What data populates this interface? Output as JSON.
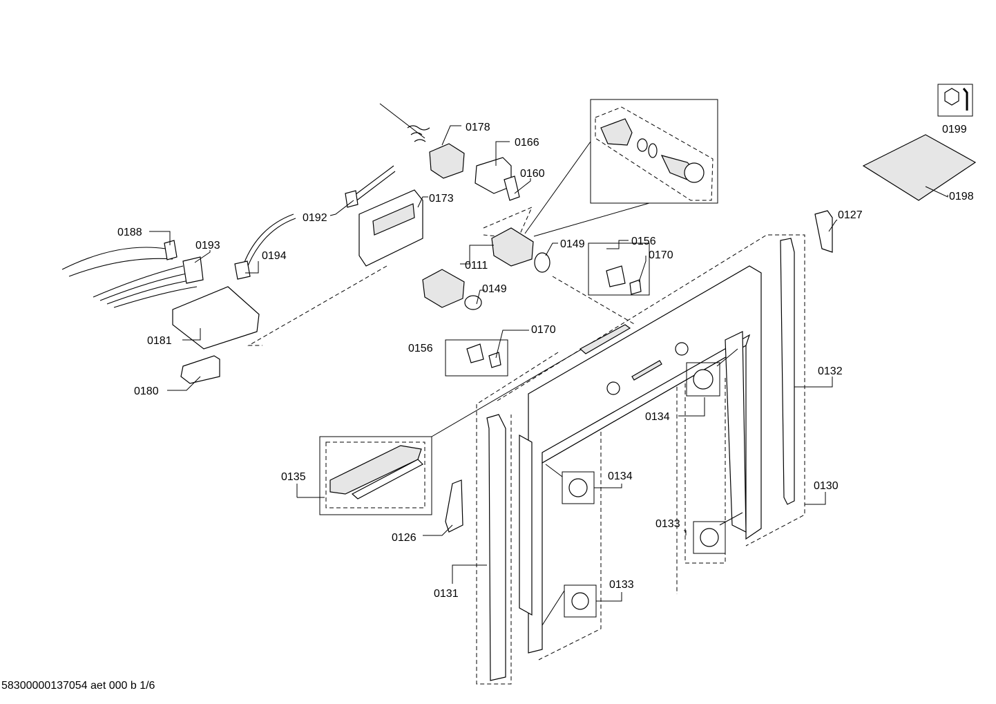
{
  "labels": {
    "l0178": "0178",
    "l0166": "0166",
    "l0160": "0160",
    "l0173": "0173",
    "l0192": "0192",
    "l0188": "0188",
    "l0193": "0193",
    "l0194": "0194",
    "l0111": "0111",
    "l0149a": "0149",
    "l0149b": "0149",
    "l0156a": "0156",
    "l0170a": "0170",
    "l0156b": "0156",
    "l0170b": "0170",
    "l0181": "0181",
    "l0180": "0180",
    "l0127": "0127",
    "l0199": "0199",
    "l0198": "0198",
    "l0132": "0132",
    "l0134a": "0134",
    "l0134b": "0134",
    "l0135": "0135",
    "l0130": "0130",
    "l0133a": "0133",
    "l0133b": "0133",
    "l0126": "0126",
    "l0131": "0131"
  },
  "footer": "58300000137054 aet 000 b 1/6",
  "icons": {
    "tool_icon": "wrench-nut-icon"
  }
}
